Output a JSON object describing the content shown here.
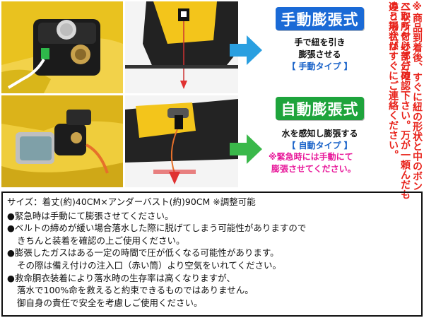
{
  "top_badge": {
    "label": "手動膨張式",
    "color": "#1a6ad6"
  },
  "top_text": {
    "line1": "手で紐を引き",
    "line2": "膨張させる",
    "tag": "【 手動タイプ 】"
  },
  "mid_badge": {
    "label": "自動膨張式",
    "color": "#1ea43c"
  },
  "mid_text": {
    "line1": "水を感知し膨張する",
    "tag": "【 自動タイプ 】"
  },
  "warning": {
    "line1": "※緊急時には手動にて",
    "line2": "膨張させてください。"
  },
  "side_note": {
    "columns": [
      "※商品到着後、すぐに紐の形状と中のボンベ取り付け部分の",
      "二か所を必ずご確認下さい。万が一頼んだものと形状が",
      "違う場合はすぐにご連絡ください。"
    ],
    "color": "#e8231b"
  },
  "arrow_colors": {
    "top": "#2a9fe0",
    "mid": "#3ab84a"
  },
  "info": {
    "size": "サイズ：着丈(約)40CM×アンダーバスト(約)90CM ※調整可能",
    "bullets": [
      {
        "lines": [
          "●緊急時は手動にて膨張させてください。"
        ]
      },
      {
        "lines": [
          "●ベルトの締めが緩い場合落水した際に脱げてしまう可能性がありますので",
          "きちんと装着を確認の上ご使用ください。"
        ]
      },
      {
        "lines": [
          "●膨張したガスはある一定の時間で圧が低くなる可能性があります。",
          "その際は備え付けの注入口（赤い筒）より空気をいれてください。"
        ]
      },
      {
        "lines": [
          "●救命胴衣装着により落水時の生存率は高くなりますが、",
          "落水で100%命を救えると約束できるものではありません。",
          "御自身の責任で安全を考慮しご使用ください。"
        ]
      }
    ]
  }
}
